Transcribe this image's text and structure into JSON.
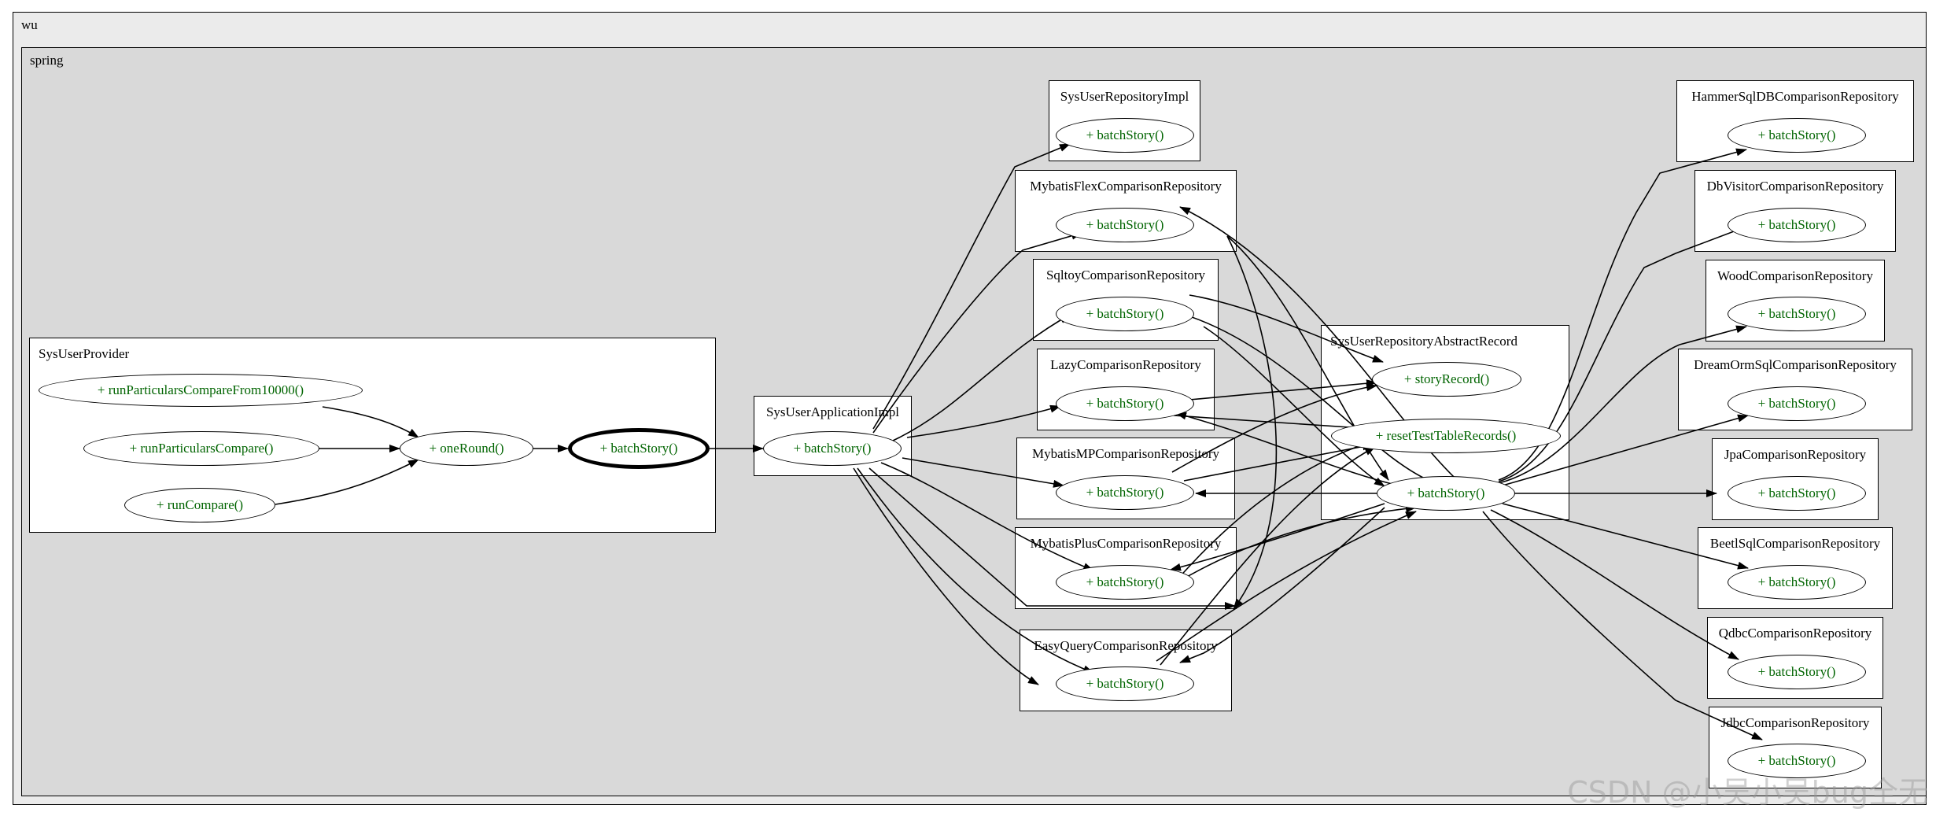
{
  "clusters": {
    "outer_label": "wu",
    "inner_label": "spring"
  },
  "provider": {
    "title": "SysUserProvider",
    "methods": {
      "fromTenThousand": "+ runParticularsCompareFrom10000()",
      "particulars": "+ runParticularsCompare()",
      "compare": "+ runCompare()",
      "oneRound": "+ oneRound()",
      "batchStory": "+ batchStory()"
    }
  },
  "application": {
    "title": "SysUserApplicationImpl",
    "method": "+ batchStory()"
  },
  "abstract_record": {
    "title": "SysUserRepositoryAbstractRecord",
    "methods": {
      "storyRecord": "+ storyRecord()",
      "reset": "+ resetTestTableRecords()",
      "batchStory": "+ batchStory()"
    }
  },
  "middle_repositories": [
    {
      "title": "SysUserRepositoryImpl",
      "method": "+ batchStory()"
    },
    {
      "title": "MybatisFlexComparisonRepository",
      "method": "+ batchStory()"
    },
    {
      "title": "SqltoyComparisonRepository",
      "method": "+ batchStory()"
    },
    {
      "title": "LazyComparisonRepository",
      "method": "+ batchStory()"
    },
    {
      "title": "MybatisMPComparisonRepository",
      "method": "+ batchStory()"
    },
    {
      "title": "MybatisPlusComparisonRepository",
      "method": "+ batchStory()"
    },
    {
      "title": "EasyQueryComparisonRepository",
      "method": "+ batchStory()"
    }
  ],
  "right_repositories": [
    {
      "title": "HammerSqlDBComparisonRepository",
      "method": "+ batchStory()"
    },
    {
      "title": "DbVisitorComparisonRepository",
      "method": "+ batchStory()"
    },
    {
      "title": "WoodComparisonRepository",
      "method": "+ batchStory()"
    },
    {
      "title": "DreamOrmSqlComparisonRepository",
      "method": "+ batchStory()"
    },
    {
      "title": "JpaComparisonRepository",
      "method": "+ batchStory()"
    },
    {
      "title": "BeetlSqlComparisonRepository",
      "method": "+ batchStory()"
    },
    {
      "title": "QdbcComparisonRepository",
      "method": "+ batchStory()"
    },
    {
      "title": "JdbcComparisonRepository",
      "method": "+ batchStory()"
    }
  ],
  "watermark": "CSDN @小吴小吴bug全无",
  "colors": {
    "method_text": "#006400",
    "outer_fill": "#ebebeb",
    "inner_fill": "#d9d9d9"
  }
}
